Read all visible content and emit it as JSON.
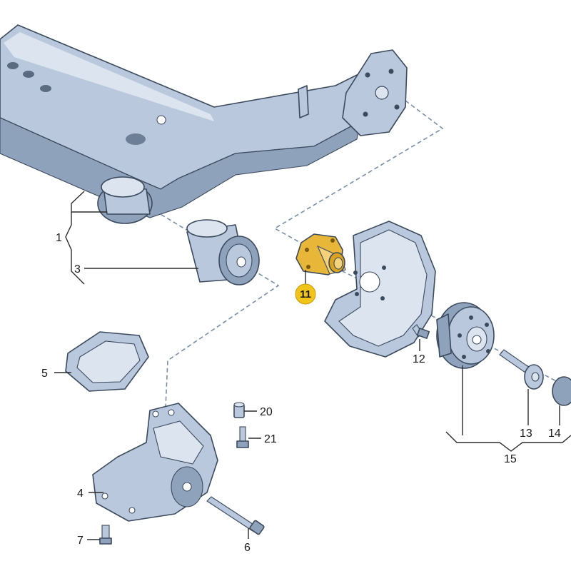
{
  "colors": {
    "part_fill": "#b9c8dc",
    "part_shade": "#8fa2bb",
    "part_light": "#dbe4ef",
    "outline": "#3c4a5e",
    "highlight_part": "#e8b73a",
    "highlight_badge": "#f0c419",
    "leader": "#2b2b2b",
    "dashed_axis": "#7a8ea8"
  },
  "callouts": {
    "c1": "1",
    "c3": "3",
    "c4": "4",
    "c5": "5",
    "c6": "6",
    "c7": "7",
    "c11": "11",
    "c12": "12",
    "c13": "13",
    "c14": "14",
    "c15": "15",
    "c20": "20",
    "c21": "21"
  },
  "highlighted_callout": "11"
}
